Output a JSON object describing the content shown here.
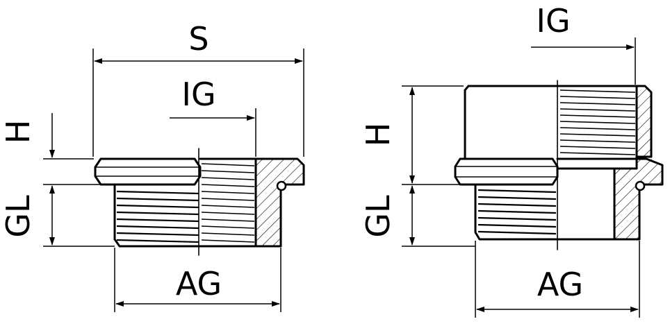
{
  "labels": {
    "left": {
      "S": "S",
      "IG": "IG",
      "H": "H",
      "GL": "GL",
      "AG": "AG"
    },
    "right": {
      "IG": "IG",
      "H": "H",
      "GL": "GL",
      "AG": "AG"
    }
  },
  "colors": {
    "line": "#000000",
    "background": "#ffffff"
  }
}
